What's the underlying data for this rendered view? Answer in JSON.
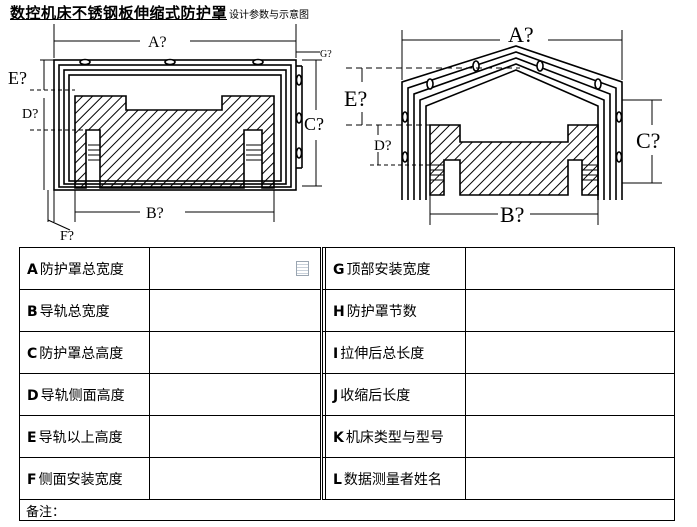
{
  "document": {
    "title": "数控机床不锈钢板伸缩式防护罩",
    "subtitle": "设计参数与示意图"
  },
  "diagram_labels": {
    "left": {
      "A": "A?",
      "B": "B?",
      "C": "C?",
      "D": "D?",
      "E": "E?",
      "F": "F?",
      "G": "G?"
    },
    "right": {
      "A": "A?",
      "B": "B?",
      "C": "C?",
      "D": "D?",
      "E": "E?"
    }
  },
  "spec_table": {
    "rows": [
      {
        "left": {
          "letter": "A",
          "label": "防护罩总宽度"
        },
        "right": {
          "letter": "G",
          "label": "顶部安装宽度"
        }
      },
      {
        "left": {
          "letter": "B",
          "label": "导轨总宽度"
        },
        "right": {
          "letter": "H",
          "label": "防护罩节数"
        }
      },
      {
        "left": {
          "letter": "C",
          "label": "防护罩总高度"
        },
        "right": {
          "letter": "I",
          "label": "拉伸后总长度"
        }
      },
      {
        "left": {
          "letter": "D",
          "label": "导轨侧面高度"
        },
        "right": {
          "letter": "J",
          "label": "收缩后长度"
        }
      },
      {
        "left": {
          "letter": "E",
          "label": "导轨以上高度"
        },
        "right": {
          "letter": "K",
          "label": "机床类型与型号"
        }
      },
      {
        "left": {
          "letter": "F",
          "label": "侧面安装宽度"
        },
        "right": {
          "letter": "L",
          "label": "数据测量者姓名"
        }
      }
    ],
    "notes_label": "备注："
  },
  "icons": {
    "cell_icon": "document-icon"
  }
}
